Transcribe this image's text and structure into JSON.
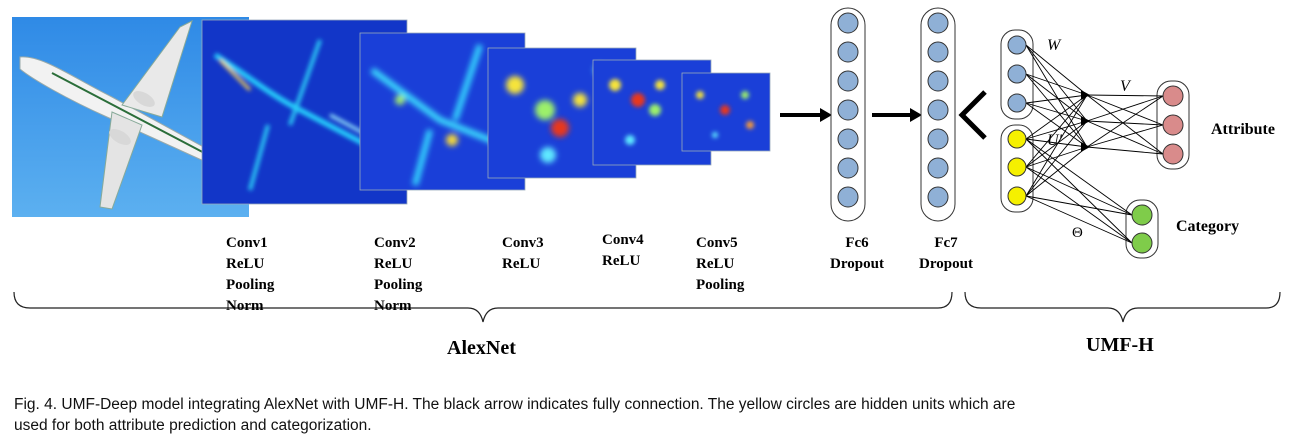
{
  "colors": {
    "sky": "#3f9ae8",
    "fc_node": "#8fb0d6",
    "w_node": "#8fb0d6",
    "hidden_node": "#f5f000",
    "attribute_node": "#d98b8b",
    "category_node": "#7fcc4a",
    "edge": "#000000",
    "heatmap_low": "#0f2fd0",
    "heatmap_high": "#e8381a"
  },
  "icons": [
    "airplane-icon",
    "arrow-right-icon",
    "chevron-left-icon"
  ],
  "layers": {
    "conv1": [
      "Conv1",
      "ReLU",
      "Pooling",
      "Norm"
    ],
    "conv2": [
      "Conv2",
      "ReLU",
      "Pooling",
      "Norm"
    ],
    "conv3": [
      "Conv3",
      "ReLU"
    ],
    "conv4": [
      "Conv4",
      "ReLU"
    ],
    "conv5": [
      "Conv5",
      "ReLU",
      "Pooling"
    ],
    "fc6": [
      "Fc6",
      "Dropout"
    ],
    "fc7": [
      "Fc7",
      "Dropout"
    ]
  },
  "umf": {
    "w_label": "W",
    "v_label": "V",
    "u_label": "U′",
    "theta_label": "Θ",
    "attribute_label": "Attribute",
    "category_label": "Category"
  },
  "groups": {
    "alexnet": "AlexNet",
    "umfh": "UMF-H"
  },
  "caption": {
    "line1": "Fig. 4. UMF-Deep model integrating AlexNet with UMF-H. The black arrow indicates fully connection. The yellow circles are hidden units which are",
    "line2": "used for both attribute prediction and categorization."
  }
}
